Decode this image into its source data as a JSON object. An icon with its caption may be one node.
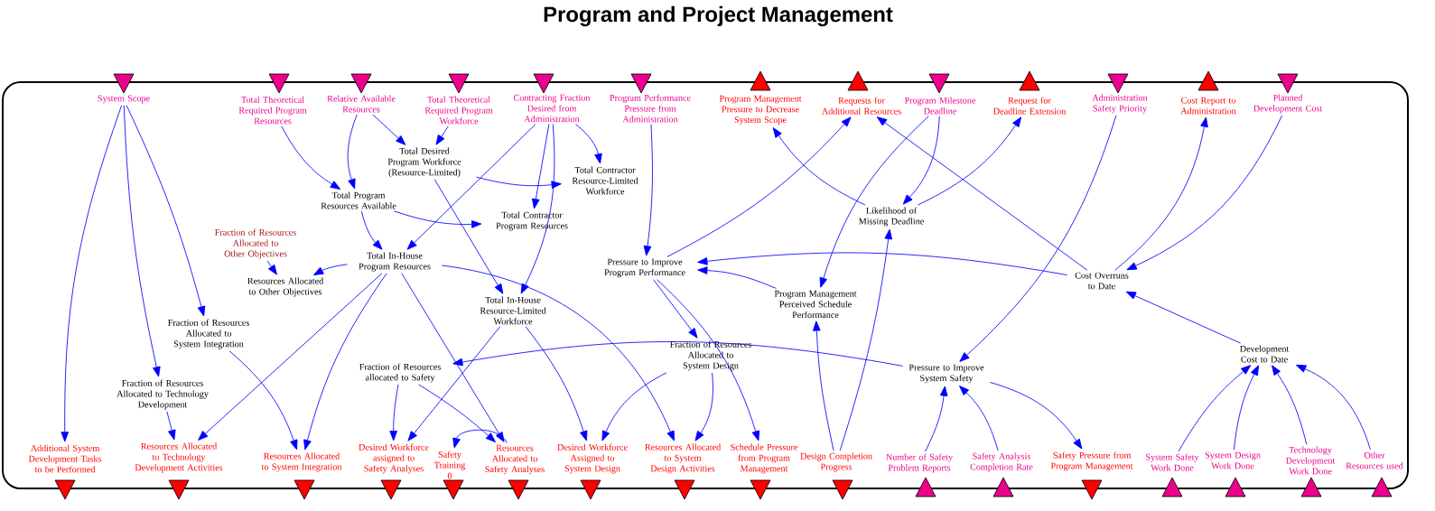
{
  "diagram": {
    "title": "Program and Project Management",
    "nodes": [
      {
        "text": [],
        "shape": "box"
      },
      {
        "text": [
          "System Scope"
        ],
        "in": 0
      },
      {
        "text": [
          "Total Theoretical Required Program Resources"
        ],
        "in": 0
      },
      {
        "text": [
          "Relative Available Resources"
        ],
        "in": 0
      },
      {
        "text": [
          "Total Theoretical Required Program Workforce"
        ],
        "in": 0
      },
      {
        "text": [
          "Contracting Fraction Desired from Administration"
        ],
        "in": 0
      },
      {
        "text": [
          "Program Performance Pressure from Administration"
        ],
        "in": 0
      },
      {
        "text": [
          "Program Management Pressure to Decrease System Scope"
        ],
        "in": 0
      },
      {
        "text": [
          "Requests for Additional Resources"
        ],
        "in": 0
      },
      {
        "text": [
          "Program Milestone Deadline"
        ],
        "in": 0
      },
      {
        "text": [
          "Request for Deadline Extension"
        ],
        "in": 0
      },
      {
        "text": [
          "Administration Safety Priority"
        ],
        "in": 0
      },
      {
        "text": [
          "Cost Report to Administration"
        ],
        "in": 0
      },
      {
        "text": [
          "Planned Development Cost"
        ],
        "in": 0
      },
      {
        "text": [
          "Total Desired Program Workforce (Resource-Limited)"
        ],
        "in": 0
      },
      {
        "text": [
          "Total Contractor Resource-Limited Workforce"
        ],
        "in": 0
      },
      {
        "text": [
          "Total Program Resources Available"
        ],
        "in": 0
      },
      {
        "text": [
          "Total Contractor Program Resources"
        ],
        "in": 0
      },
      {
        "text": [
          "Likelihood of Missing Deadline"
        ],
        "in": 0
      },
      {
        "text": [
          "Fraction of Resources Allocated to Other Objectives"
        ],
        "in": 0
      },
      {
        "text": [
          "Total In-House Program Resources"
        ],
        "in": 0
      },
      {
        "text": [
          "Pressure to Improve Program Performance"
        ],
        "in": 0
      },
      {
        "text": [
          "Cost Overruns to Date"
        ],
        "in": 0
      },
      {
        "text": [
          "Resources Allocated to Other Objectives"
        ],
        "in": 0
      },
      {
        "text": [
          "Program Management Perceived Schedule Performance"
        ],
        "in": 0
      },
      {
        "text": [
          "Total In-House Resource-Limited Workforce"
        ],
        "in": 0
      },
      {
        "text": [
          "Fraction of Resources Allocated to System Integration"
        ],
        "in": 0
      },
      {
        "text": [
          "Fraction of Resources Allocated to System Design"
        ],
        "in": 0
      },
      {
        "text": [
          "Development Cost to Date"
        ],
        "in": 0
      },
      {
        "text": [
          "Fraction of Resources allocated to Safety"
        ],
        "in": 0
      },
      {
        "text": [
          "Pressure to Improve System Safety"
        ],
        "in": 0
      },
      {
        "text": [
          "Fraction of Resources Allocated to Technology Development"
        ],
        "in": 0
      },
      {
        "text": [
          "Additional System Development Tasks to be Performed"
        ],
        "in": 0
      },
      {
        "text": [
          "Resources Allocated to Technology Development Activities"
        ],
        "in": 0
      },
      {
        "text": [
          "Resources Allocated to System Integration"
        ],
        "in": 0
      },
      {
        "text": [
          "Desired Workforce assigned to Safety Analyses"
        ],
        "in": 0
      },
      {
        "text": [
          "Safety Training 0"
        ],
        "in": 0
      },
      {
        "text": [
          "Resources Allocated to Safety Analyses"
        ],
        "in": 0
      },
      {
        "text": [
          "Desired Workforce Assigned to System Design"
        ],
        "in": 0
      },
      {
        "text": [
          "Resources Allocated to System Design Activities"
        ],
        "in": 0
      },
      {
        "text": [
          "Schedule Pressure from Program Management"
        ],
        "in": 0
      },
      {
        "text": [
          "Design Completion Progress"
        ],
        "in": 0
      },
      {
        "text": [
          "Number of Safety Problem Reports"
        ],
        "in": 0
      },
      {
        "text": [
          "Safety Analysis Completion Rate"
        ],
        "in": 0
      },
      {
        "text": [
          "Safety Pressure from Program Management"
        ],
        "in": 0
      },
      {
        "text": [
          "System Safety Work Done"
        ],
        "in": 0
      },
      {
        "text": [
          "System Design Work Done"
        ],
        "in": 0
      },
      {
        "text": [
          "Technology Development Work Done"
        ],
        "in": 0
      },
      {
        "text": [
          "Other Resources used"
        ],
        "in": 0
      }
    ],
    "edges": [
      {
        "from": 1,
        "to": 32,
        "arrow": "to"
      },
      {
        "from": 1,
        "to": 31,
        "arrow": "to"
      },
      {
        "from": 1,
        "to": 26,
        "arrow": "to"
      },
      {
        "from": 2,
        "to": 16,
        "arrow": "to"
      },
      {
        "from": 3,
        "to": 16,
        "arrow": "to"
      },
      {
        "from": 3,
        "to": 14,
        "arrow": "to"
      },
      {
        "from": 4,
        "to": 14,
        "arrow": "to"
      },
      {
        "from": 5,
        "to": 20,
        "arrow": "to"
      },
      {
        "from": 5,
        "to": 17,
        "arrow": "to"
      },
      {
        "from": 5,
        "to": 25,
        "arrow": "to"
      },
      {
        "from": 5,
        "to": 15,
        "arrow": "to"
      },
      {
        "from": 14,
        "to": 15,
        "arrow": "to"
      },
      {
        "from": 14,
        "to": 25,
        "arrow": "to"
      },
      {
        "from": 16,
        "to": 20,
        "arrow": "to"
      },
      {
        "from": 16,
        "to": 17,
        "arrow": "to"
      },
      {
        "from": 19,
        "to": 23,
        "arrow": "to"
      },
      {
        "from": 20,
        "to": 23,
        "arrow": "to"
      },
      {
        "from": 20,
        "to": 33,
        "arrow": "to"
      },
      {
        "from": 20,
        "to": 34,
        "arrow": "to"
      },
      {
        "from": 20,
        "to": 37,
        "arrow": "to"
      },
      {
        "from": 20,
        "to": 39,
        "arrow": "to"
      },
      {
        "from": 25,
        "to": 35,
        "arrow": "to"
      },
      {
        "from": 25,
        "to": 38,
        "arrow": "to"
      },
      {
        "from": 29,
        "to": 35,
        "arrow": "to"
      },
      {
        "from": 29,
        "to": 37,
        "arrow": "to"
      },
      {
        "from": 37,
        "to": 36,
        "arrow": "to"
      },
      {
        "from": 26,
        "to": 34,
        "arrow": "to"
      },
      {
        "from": 31,
        "to": 33,
        "arrow": "to"
      },
      {
        "from": 6,
        "to": 21,
        "arrow": "to"
      },
      {
        "from": 21,
        "to": 8,
        "arrow": "to"
      },
      {
        "from": 21,
        "to": 27,
        "arrow": "to"
      },
      {
        "from": 21,
        "to": 40,
        "arrow": "to"
      },
      {
        "from": 22,
        "to": 21,
        "arrow": "to"
      },
      {
        "from": 24,
        "to": 21,
        "arrow": "to"
      },
      {
        "from": 9,
        "to": 24,
        "arrow": "to"
      },
      {
        "from": 9,
        "to": 18,
        "arrow": "to"
      },
      {
        "from": 18,
        "to": 7,
        "arrow": "to"
      },
      {
        "from": 18,
        "to": 10,
        "arrow": "to"
      },
      {
        "from": 22,
        "to": 8,
        "arrow": "to"
      },
      {
        "from": 22,
        "to": 12,
        "arrow": "to"
      },
      {
        "from": 13,
        "to": 22,
        "arrow": "to"
      },
      {
        "from": 11,
        "to": 30,
        "arrow": "to"
      },
      {
        "from": 28,
        "to": 22,
        "arrow": "to"
      },
      {
        "from": 41,
        "to": 24,
        "arrow": "to"
      },
      {
        "from": 41,
        "to": 18,
        "arrow": "to"
      },
      {
        "from": 30,
        "to": 29,
        "arrow": "to"
      },
      {
        "from": 30,
        "to": 44,
        "arrow": "to"
      },
      {
        "from": 42,
        "to": 30,
        "arrow": "to"
      },
      {
        "from": 43,
        "to": 30,
        "arrow": "to"
      },
      {
        "from": 45,
        "to": 28,
        "arrow": "to"
      },
      {
        "from": 46,
        "to": 28,
        "arrow": "to"
      },
      {
        "from": 47,
        "to": 28,
        "arrow": "to"
      },
      {
        "from": 48,
        "to": 28,
        "arrow": "to"
      },
      {
        "from": 27,
        "to": 38,
        "arrow": "to"
      },
      {
        "from": 27,
        "to": 39,
        "arrow": "to"
      }
    ]
  }
}
